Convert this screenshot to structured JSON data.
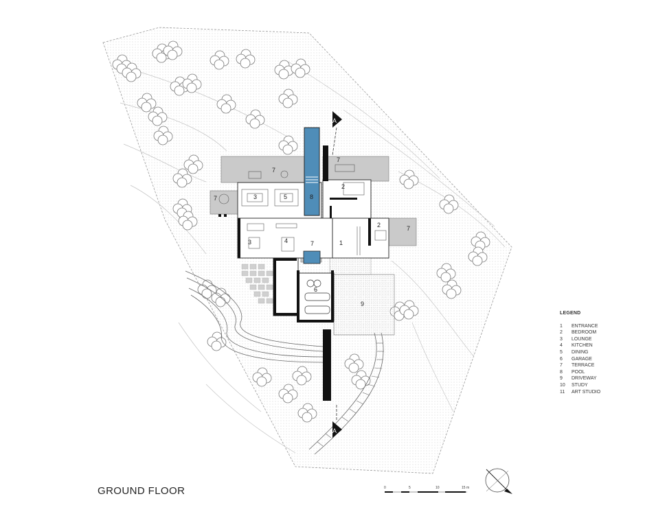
{
  "plan": {
    "title": "GROUND FLOOR",
    "section_marker": "A",
    "room_labels": [
      {
        "num": "7"
      },
      {
        "num": "7"
      },
      {
        "num": "7"
      },
      {
        "num": "7"
      },
      {
        "num": "7"
      },
      {
        "num": "2"
      },
      {
        "num": "2"
      },
      {
        "num": "3"
      },
      {
        "num": "3"
      },
      {
        "num": "5"
      },
      {
        "num": "8"
      },
      {
        "num": "4"
      },
      {
        "num": "1"
      },
      {
        "num": "6"
      },
      {
        "num": "9"
      }
    ]
  },
  "legend": {
    "title": "LEGEND",
    "items": [
      {
        "num": "1",
        "name": "ENTRANCE"
      },
      {
        "num": "2",
        "name": "BEDROOM"
      },
      {
        "num": "3",
        "name": "LOUNGE"
      },
      {
        "num": "4",
        "name": "KITCHEN"
      },
      {
        "num": "5",
        "name": "DINING"
      },
      {
        "num": "6",
        "name": "GARAGE"
      },
      {
        "num": "7",
        "name": "TERRACE"
      },
      {
        "num": "8",
        "name": "POOL"
      },
      {
        "num": "9",
        "name": "DRIVEWAY"
      },
      {
        "num": "10",
        "name": "STUDY"
      },
      {
        "num": "11",
        "name": "ART STUDIO"
      }
    ]
  },
  "scale_bar": {
    "ticks": [
      "0",
      "5",
      "10",
      "15 m"
    ]
  },
  "colors": {
    "pool": "#4f8db8",
    "terrace": "#c9c9c9",
    "wall": "#111111",
    "driveway": "#e4e4e4",
    "line": "#9a9a9a"
  },
  "icons": {
    "north_arrow": "north-arrow-icon",
    "section_marker": "section-marker-icon",
    "tree": "tree-icon"
  }
}
